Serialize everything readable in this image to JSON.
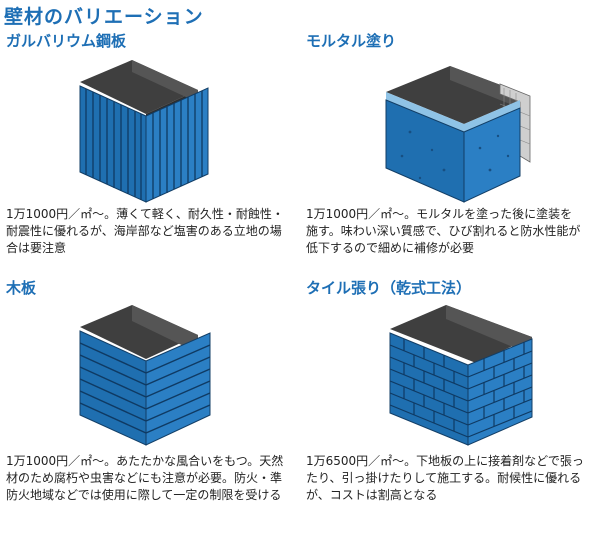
{
  "page_title": "壁材のバリエーション",
  "colors": {
    "accent": "#1e6fb5",
    "material_blue": "#1f6fb0",
    "frame_gray": "#4a4a4a"
  },
  "panels": [
    {
      "title": "ガルバリウム鋼板",
      "description": "1万1000円／㎡～。薄くて軽く、耐久性・耐蝕性・耐震性に優れるが、海岸部など塩害のある立地の場合は要注意"
    },
    {
      "title": "モルタル塗り",
      "description": "1万1000円／㎡～。モルタルを塗った後に塗装を施す。味わい深い質感で、ひび割れると防水性能が低下するので細めに補修が必要"
    },
    {
      "title": "木板",
      "description": "1万1000円／㎡～。あたたかな風合いをもつ。天然材のため腐朽や虫害などにも注意が必要。防火・準防火地域などでは使用に際して一定の制限を受ける"
    },
    {
      "title": "タイル張り（乾式工法）",
      "description": "1万6500円／㎡～。下地板の上に接着剤などで張ったり、引っ掛けたりして施工する。耐候性に優れるが、コストは割高となる"
    }
  ]
}
